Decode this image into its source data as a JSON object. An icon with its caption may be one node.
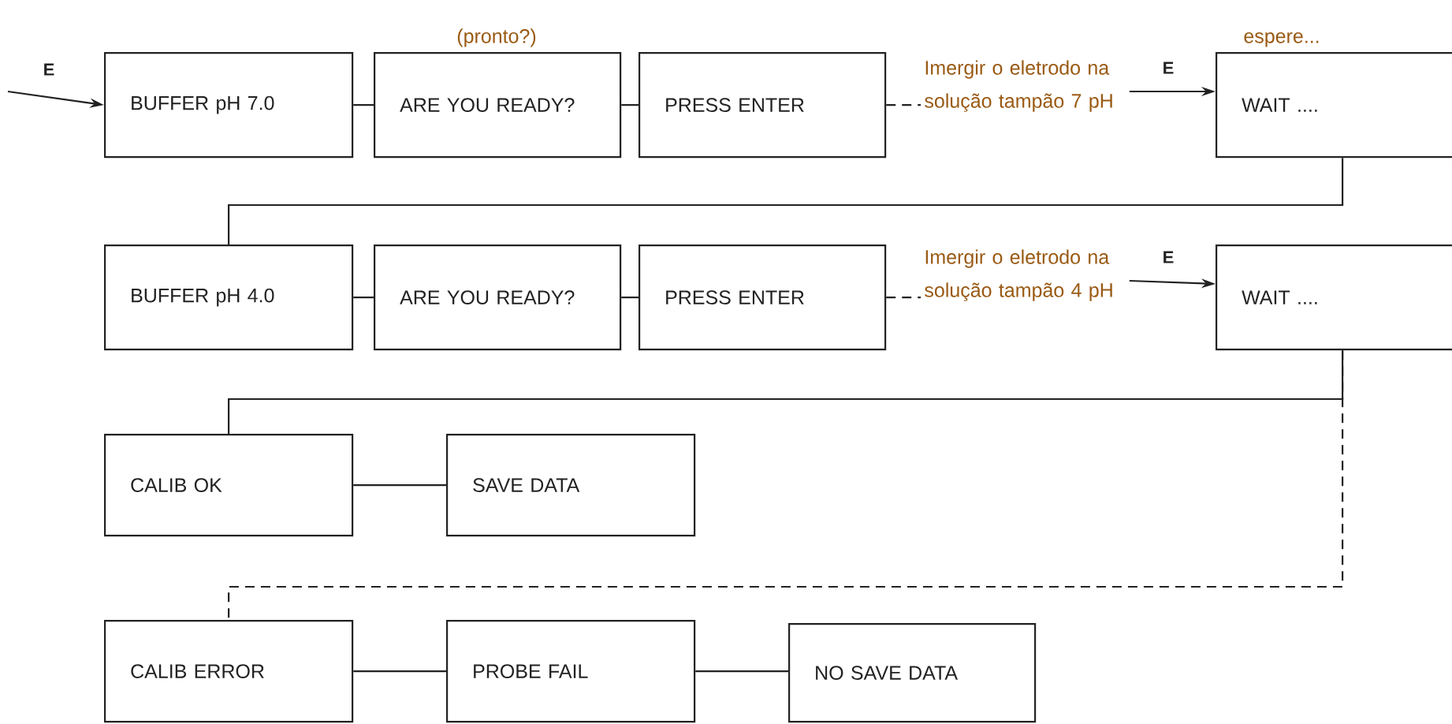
{
  "diagram": {
    "nodes": [
      {
        "text": [
          "BUFFER pH 7.0"
        ]
      },
      {
        "text": [
          "ARE YOU READY?"
        ],
        "beside": [
          "(pronto?)"
        ]
      },
      {
        "text": [
          "PRESS ENTER"
        ]
      },
      {
        "text": [
          "Imergir o eletrodo na solução tampão 7 pH"
        ]
      },
      {
        "text": [
          "WAIT ...."
        ],
        "beside": [
          "espere..."
        ]
      },
      {
        "text": [
          "BUFFER pH 4.0"
        ]
      },
      {
        "text": [
          "ARE YOU READY?"
        ]
      },
      {
        "text": [
          "PRESS ENTER"
        ]
      },
      {
        "text": [
          "Imergir o eletrodo na solução tampão 4 pH"
        ]
      },
      {
        "text": [
          "WAIT ...."
        ]
      },
      {
        "text": [
          "CALIB OK"
        ]
      },
      {
        "text": [
          "SAVE DATA"
        ]
      },
      {
        "text": [
          "CALIB ERROR"
        ]
      },
      {
        "text": [
          "PROBE FAIL"
        ]
      },
      {
        "text": [
          "NO SAVE DATA"
        ]
      }
    ],
    "edges": [
      {
        "from": null,
        "to": 0,
        "arrow": "to",
        "label": "E"
      },
      {
        "from": 0,
        "to": 1,
        "arrow": "none"
      },
      {
        "from": 1,
        "to": 2,
        "arrow": "none"
      },
      {
        "from": 2,
        "to": 3,
        "arrow": "none",
        "style": "dashed"
      },
      {
        "from": 3,
        "to": 4,
        "arrow": "to",
        "label": "E"
      },
      {
        "from": 4,
        "to": 5,
        "arrow": "none"
      },
      {
        "from": 5,
        "to": 6,
        "arrow": "none"
      },
      {
        "from": 6,
        "to": 7,
        "arrow": "none"
      },
      {
        "from": 7,
        "to": 8,
        "arrow": "none",
        "style": "dashed"
      },
      {
        "from": 8,
        "to": 9,
        "arrow": "to",
        "label": "E"
      },
      {
        "from": 9,
        "to": 10,
        "arrow": "none"
      },
      {
        "from": 10,
        "to": 11,
        "arrow": "none"
      },
      {
        "from": 9,
        "to": 12,
        "arrow": "none",
        "style": "dashed"
      },
      {
        "from": 12,
        "to": 13,
        "arrow": "none"
      },
      {
        "from": 13,
        "to": 14,
        "arrow": "none"
      }
    ]
  }
}
